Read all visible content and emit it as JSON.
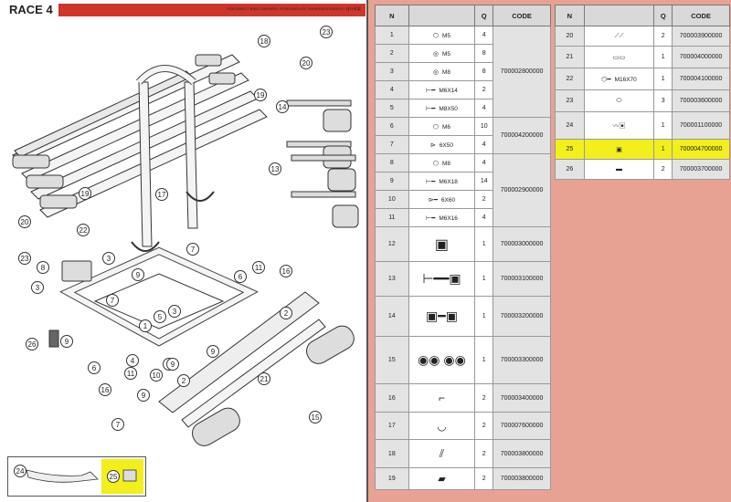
{
  "header": {
    "title": "RACE 4",
    "subtitle": "PORTABICI / BIKE CARRIER / PORTAVÉLOS / FAHRRADTRÄGER / 自行车架"
  },
  "callouts": [
    "23",
    "18",
    "20",
    "19",
    "14",
    "13",
    "17",
    "19",
    "20",
    "22",
    "23",
    "3",
    "8",
    "3",
    "7",
    "9",
    "6",
    "11",
    "16",
    "7",
    "5",
    "3",
    "1",
    "9",
    "4",
    "2",
    "9",
    "10",
    "9",
    "9",
    "6",
    "11",
    "16",
    "9",
    "2",
    "21",
    "15",
    "7",
    "26",
    "24",
    "25"
  ],
  "main_table": {
    "headers": [
      "N",
      "Q",
      "CODE"
    ],
    "rows": [
      {
        "n": "1",
        "spec": "M5",
        "q": "4"
      },
      {
        "n": "2",
        "spec": "M5",
        "q": "8"
      },
      {
        "n": "3",
        "spec": "M8",
        "q": "8"
      },
      {
        "n": "4",
        "spec": "M6X14",
        "q": "2"
      },
      {
        "n": "5",
        "spec": "M8X50",
        "q": "4"
      },
      {
        "n": "6",
        "spec": "M6",
        "q": "10"
      },
      {
        "n": "7",
        "spec": "6X50",
        "q": "4"
      },
      {
        "n": "8",
        "spec": "M8",
        "q": "4"
      },
      {
        "n": "9",
        "spec": "M6X18",
        "q": "14"
      },
      {
        "n": "10",
        "spec": "6X60",
        "q": "2"
      },
      {
        "n": "11",
        "spec": "M6X16",
        "q": "4"
      },
      {
        "n": "12",
        "spec": "",
        "q": "1",
        "code": "700003000000"
      },
      {
        "n": "13",
        "spec": "",
        "q": "1",
        "code": "700003100000"
      },
      {
        "n": "14",
        "spec": "",
        "q": "1",
        "code": "700003200000"
      },
      {
        "n": "15",
        "spec": "",
        "q": "1",
        "code": "700003300000"
      },
      {
        "n": "16",
        "spec": "",
        "q": "2",
        "code": "700003400000"
      },
      {
        "n": "17",
        "spec": "",
        "q": "2",
        "code": "700007600000"
      },
      {
        "n": "18",
        "spec": "",
        "q": "2",
        "code": "700003800000"
      },
      {
        "n": "19",
        "spec": "",
        "q": "2",
        "code": "700003800000"
      }
    ],
    "group_codes": {
      "a": "700002800000",
      "b": "700004200000",
      "c": "700002900000"
    }
  },
  "side_table": {
    "headers": [
      "N",
      "Q",
      "CODE"
    ],
    "rows": [
      {
        "n": "20",
        "spec": "",
        "q": "2",
        "code": "700003900000"
      },
      {
        "n": "21",
        "spec": "",
        "q": "1",
        "code": "700004000000"
      },
      {
        "n": "22",
        "spec": "M16X70",
        "q": "1",
        "code": "700004100000"
      },
      {
        "n": "23",
        "spec": "",
        "q": "3",
        "code": "700003600000"
      },
      {
        "n": "24",
        "spec": "",
        "q": "1",
        "code": "700001100000"
      },
      {
        "n": "25",
        "spec": "",
        "q": "1",
        "code": "700004700000"
      },
      {
        "n": "26",
        "spec": "",
        "q": "2",
        "code": "700003700000"
      }
    ]
  },
  "colors": {
    "highlight": "#f2ef1c",
    "header_red": "#cf3529",
    "background": "#e8a293"
  }
}
